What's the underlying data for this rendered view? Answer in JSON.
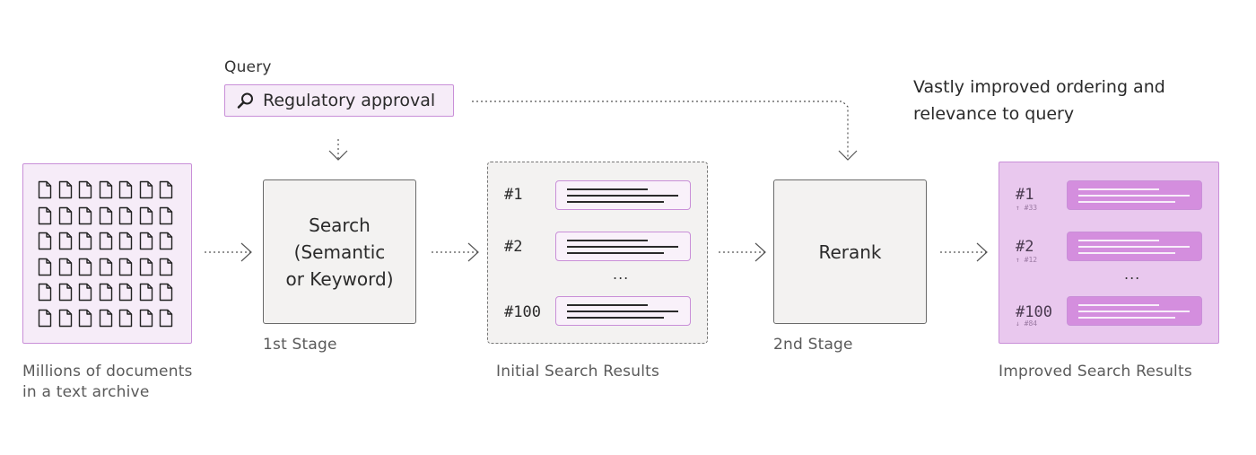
{
  "query": {
    "title": "Query",
    "text": "Regulatory approval",
    "icon": "magnifier-icon"
  },
  "documents": {
    "caption_line1": "Millions of documents",
    "caption_line2": "in a text archive",
    "icon": "document-icon",
    "grid_rows": 6,
    "grid_cols": 7
  },
  "stage1": {
    "box_text": "Search\n(Semantic\nor Keyword)",
    "label": "1st Stage"
  },
  "initial_results": {
    "caption": "Initial Search Results",
    "ranks": [
      "#1",
      "#2",
      "#100"
    ],
    "ellipsis": "..."
  },
  "stage2": {
    "box_text": "Rerank",
    "label": "2nd Stage"
  },
  "improved_results": {
    "caption": "Improved Search Results",
    "ranks": [
      "#1",
      "#2",
      "#100"
    ],
    "previous_ranks": [
      "↑ #33",
      "↑ #12",
      "↓ #84"
    ],
    "ellipsis": "..."
  },
  "annotation": {
    "line1": "Vastly improved ordering and",
    "line2": "relevance to query"
  },
  "colors": {
    "accent_border": "#c98fd8",
    "accent_fill": "#e9c8ee",
    "light_fill": "#f6ecf8",
    "stage_fill": "#f3f2f1"
  }
}
